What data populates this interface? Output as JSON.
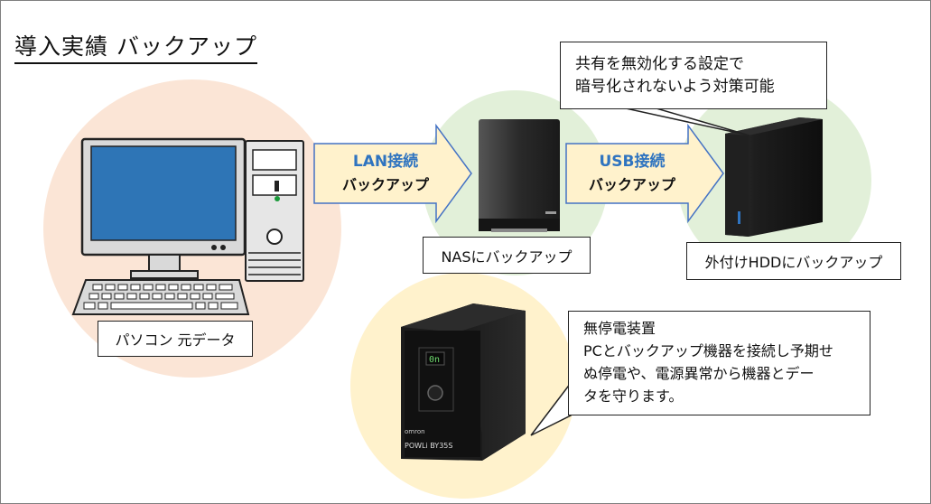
{
  "title": "導入実績 バックアップ",
  "source_label": "パソコン 元データ",
  "arrow1": {
    "line1": "LAN接続",
    "line2": "バックアップ"
  },
  "arrow2": {
    "line1": "USB接続",
    "line2": "バックアップ"
  },
  "nas_label": "NASにバックアップ",
  "hdd_label": "外付けHDDにバックアップ",
  "hdd_note": {
    "line1": "共有を無効化する設定で",
    "line2": "暗号化されないよう対策可能"
  },
  "ups_note": {
    "line1": "無停電装置",
    "line2": "PCとバックアップ機器を接続し予期せ",
    "line3": "ぬ停電や、電源異常から機器とデー",
    "line4": "タを守ります。"
  },
  "ups_device_text": {
    "brand": "omron",
    "model": "POWLi BY35S"
  },
  "colors": {
    "pc_circle": "#fbe5d6",
    "green_circle": "#e2f0d9",
    "yellow_circle": "#fff2cc",
    "arrow_fill": "#fff2cc",
    "arrow_stroke": "#4472c4",
    "accent_blue": "#2f74c0"
  }
}
